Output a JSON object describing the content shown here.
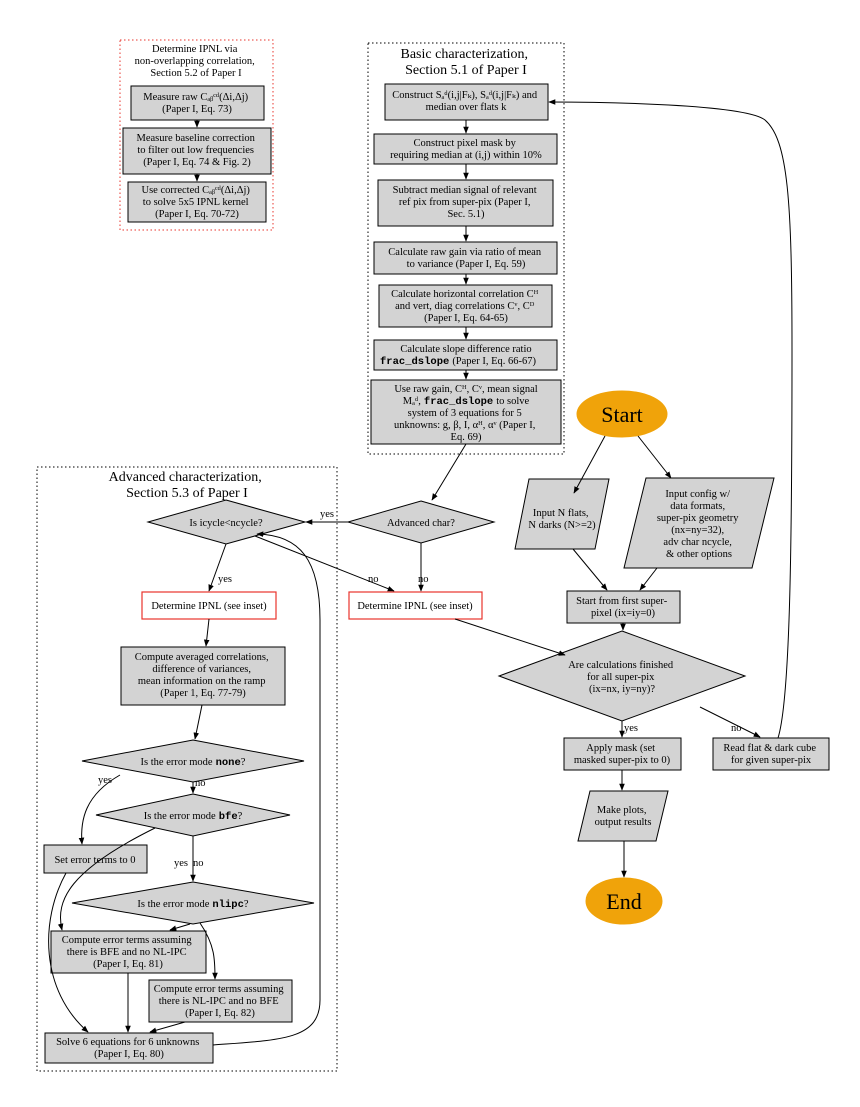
{
  "clusters": {
    "inset_title": [
      "Determine IPNL via",
      "non-overlapping correlation,",
      "Section 5.2 of Paper I"
    ],
    "basic_title": [
      "Basic characterization,",
      "Section 5.1 of Paper I"
    ],
    "advanced_title": [
      "Advanced characterization,",
      "Section 5.3 of Paper I"
    ]
  },
  "inset_nodes": {
    "measure_raw": [
      "Measure raw Cₐᵦᶜᵈ(Δi,Δj)",
      "(Paper I, Eq. 73)"
    ],
    "baseline": [
      "Measure baseline correction",
      "to filter out low frequencies",
      "(Paper I, Eq. 74 & Fig. 2)"
    ],
    "use_corrected": [
      "Use corrected Cₐᵦᶜᵈ(Δi,Δj)",
      "to solve 5x5 IPNL kernel",
      "(Paper I, Eq. 70-72)"
    ]
  },
  "basic_nodes": {
    "construct": [
      "Construct Sₐᵈ(i,j|Fₖ), Sₐᵈ(i,j|Fₖ) and",
      "median over flats k"
    ],
    "mask": [
      "Construct pixel mask by",
      "requiring median at (i,j) within 10%"
    ],
    "subtract": [
      "Subtract median signal of relevant",
      "ref pix from super-pix (Paper I,",
      "Sec. 5.1)"
    ],
    "raw_gain": [
      "Calculate raw gain via ratio of mean",
      "to variance (Paper I, Eq. 59)"
    ],
    "horiz": [
      "Calculate horizontal correlation Cᴴ",
      "and vert, diag correlations Cᵛ, Cᴰ",
      "(Paper I, Eq. 64-65)"
    ],
    "slope_line1": "Calculate slope difference ratio",
    "slope_code": "frac_dslope",
    "slope_rest": "(Paper I, Eq. 66-67)",
    "solve_line1": "Use raw gain,  Cᴴ,  Cᵛ, mean signal",
    "solve_line2_pre": "Mₐᵈ,",
    "solve_line2_code": "frac_dslope",
    "solve_line2_post": "to solve",
    "solve_rest": [
      "system of 3 equations for 5",
      "unknowns: g, β, I, αᴴ, αᵛ (Paper I,",
      "Eq. 69)"
    ]
  },
  "main_nodes": {
    "start": "Start",
    "end": "End",
    "input_flats": [
      "Input N flats,",
      "N darks (N>=2)"
    ],
    "input_config": [
      "Input config w/",
      "data formats,",
      "super-pix geometry",
      "(nx=ny=32),",
      "adv char ncycle,",
      "& other options"
    ],
    "start_first": [
      "Start from first super-",
      "pixel (ix=iy=0)"
    ],
    "finished": [
      "Are calculations finished",
      "for all super-pix",
      "(ix=nx, iy=ny)?"
    ],
    "apply_mask": [
      "Apply mask (set",
      "masked super-pix to 0)"
    ],
    "read_flat": [
      "Read flat & dark cube",
      "for given super-pix"
    ],
    "make_plots": [
      "Make plots,",
      "output results"
    ],
    "advanced_char": "Advanced char?",
    "determine_ipnl_main": "Determine IPNL (see inset)"
  },
  "advanced_nodes": {
    "icycle": "Is icycle<ncycle?",
    "determine_ipnl": "Determine IPNL (see inset)",
    "compute_avg": [
      "Compute averaged correlations,",
      "difference of variances,",
      "mean information on the ramp",
      "(Paper 1, Eq. 77-79)"
    ],
    "err_none_pre": "Is the error mode",
    "err_none_code": "none",
    "err_bfe_pre": "Is the error mode",
    "err_bfe_code": "bfe",
    "err_nlipc_pre": "Is the error mode",
    "err_nlipc_code": "nlipc",
    "q_mark": "?",
    "set_zero": "Set error terms to 0",
    "bfe_terms": [
      "Compute error terms assuming",
      "there is BFE and no NL-IPC",
      "(Paper I, Eq. 81)"
    ],
    "nlipc_terms": [
      "Compute error terms assuming",
      "there is NL-IPC and no BFE",
      "(Paper I, Eq. 82)"
    ],
    "solve6": [
      "Solve 6 equations for 6 unknowns",
      "(Paper I, Eq. 80)"
    ]
  },
  "edge_labels": {
    "yes": "yes",
    "no": "no"
  }
}
